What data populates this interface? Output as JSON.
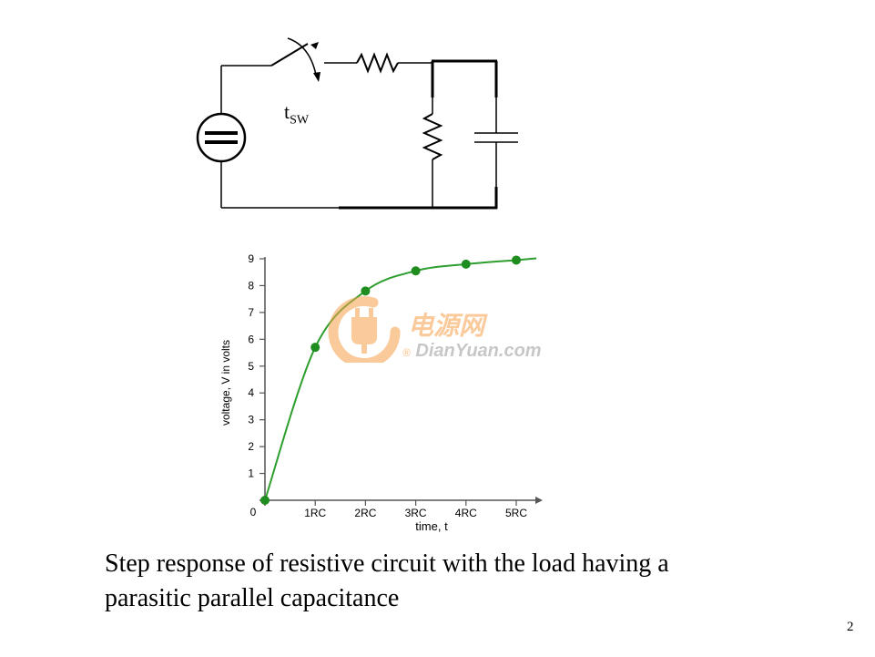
{
  "circuit": {
    "switch_label_main": "t",
    "switch_label_sub": "SW"
  },
  "caption": {
    "line1": "Step response of resistive circuit with the load having a",
    "line2": "parasitic parallel capacitance"
  },
  "page_number": "2",
  "watermark": {
    "chinese": "电源网",
    "english": "DianYuan.com",
    "mark": "®",
    "color": "#f7a04a"
  },
  "chart_data": {
    "type": "line",
    "xlabel": "time, t",
    "ylabel": "voltage, V in volts",
    "x_ticks": [
      "1RC",
      "2RC",
      "3RC",
      "4RC",
      "5RC"
    ],
    "y_ticks": [
      "1",
      "2",
      "3",
      "4",
      "5",
      "6",
      "7",
      "8",
      "9"
    ],
    "origin_label": "0",
    "ylim": [
      0,
      9
    ],
    "xlim": [
      0,
      5.4
    ],
    "line_color": "#2e9e2e",
    "marker_color": "#1e8c1e",
    "series": [
      {
        "x": [
          0,
          1,
          2,
          3,
          4,
          5
        ],
        "y": [
          0,
          5.7,
          7.8,
          8.55,
          8.8,
          8.95
        ]
      }
    ]
  }
}
